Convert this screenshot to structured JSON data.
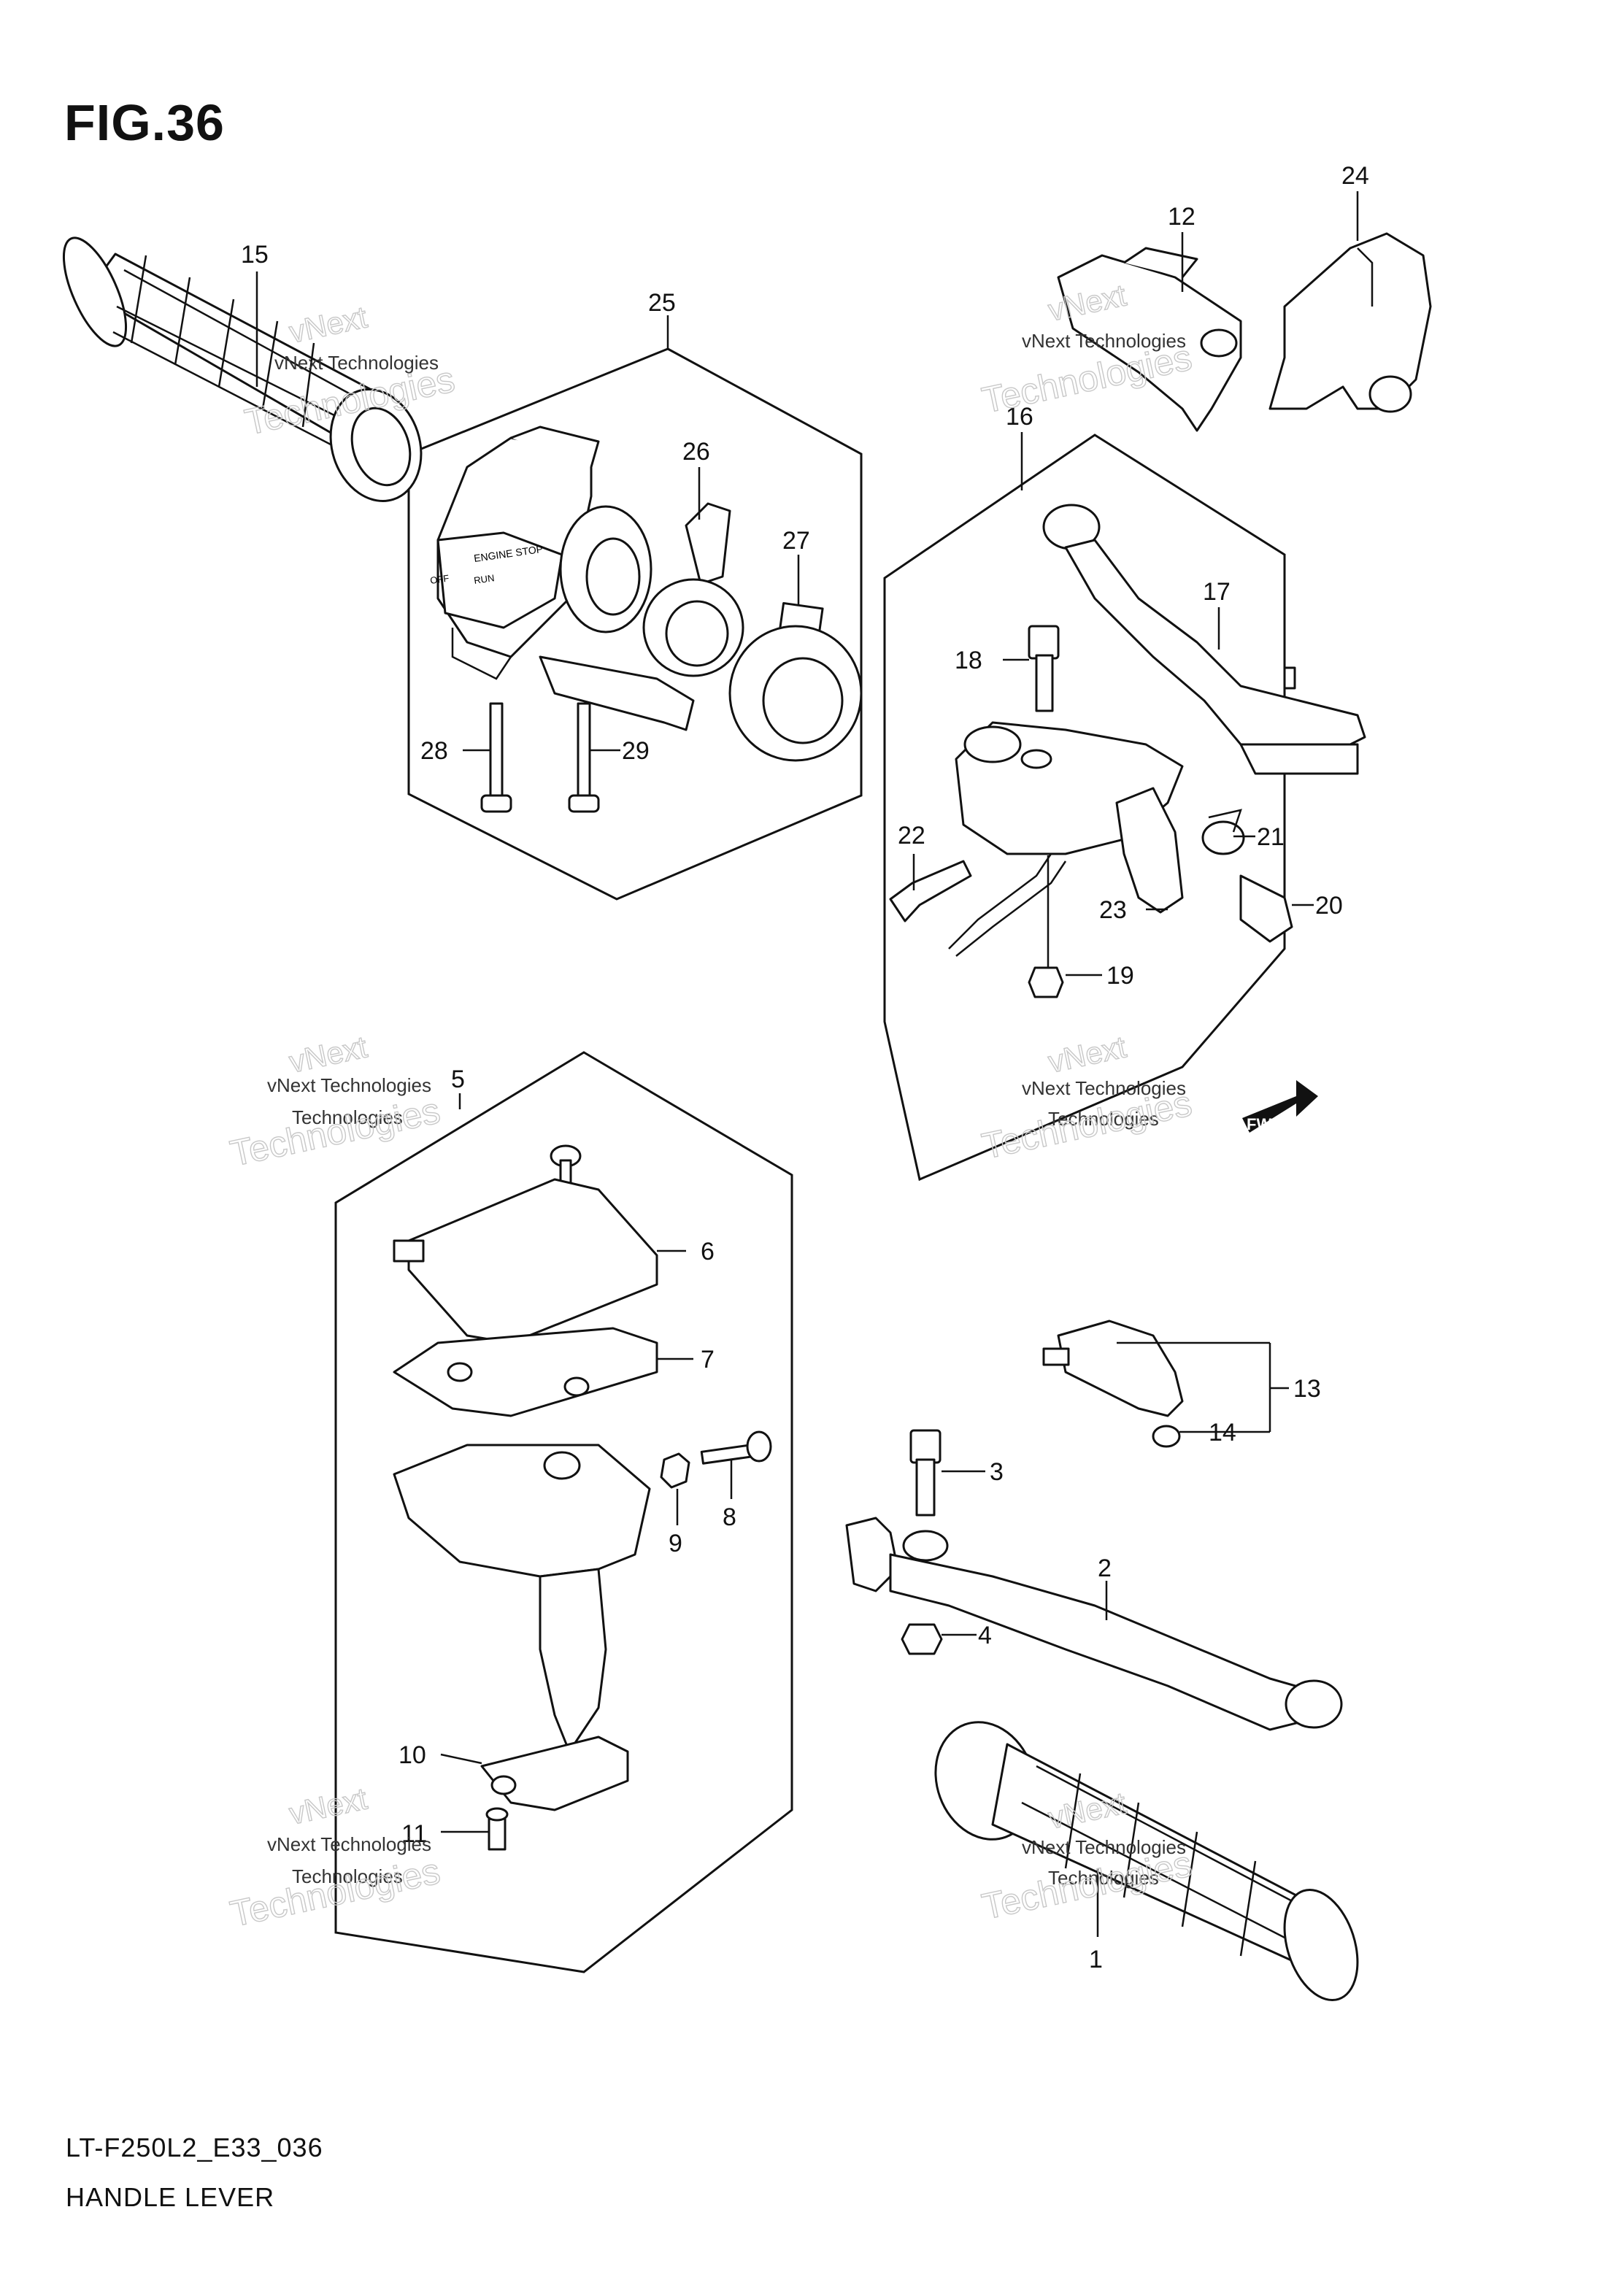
{
  "figure": {
    "title": "FIG.36"
  },
  "footer": {
    "code": "LT-F250L2_E33_036",
    "name": "HANDLE LEVER"
  },
  "watermark": {
    "line1": "vNext Technologies",
    "line2": "vNext",
    "line3": "Technologies"
  },
  "fwd_label": "FWD",
  "callouts": {
    "c1": "1",
    "c2": "2",
    "c3": "3",
    "c4": "4",
    "c5": "5",
    "c6": "6",
    "c7": "7",
    "c8": "8",
    "c9": "9",
    "c10": "10",
    "c11": "11",
    "c12": "12",
    "c13": "13",
    "c14": "14",
    "c15": "15",
    "c16": "16",
    "c17": "17",
    "c18": "18",
    "c19": "19",
    "c20": "20",
    "c21": "21",
    "c22": "22",
    "c23": "23",
    "c24": "24",
    "c25": "25",
    "c26": "26",
    "c27": "27",
    "c28": "28",
    "c29": "29"
  },
  "switch_labels": {
    "engine_stop": "ENGINE STOP",
    "off": "OFF",
    "run": "RUN"
  }
}
